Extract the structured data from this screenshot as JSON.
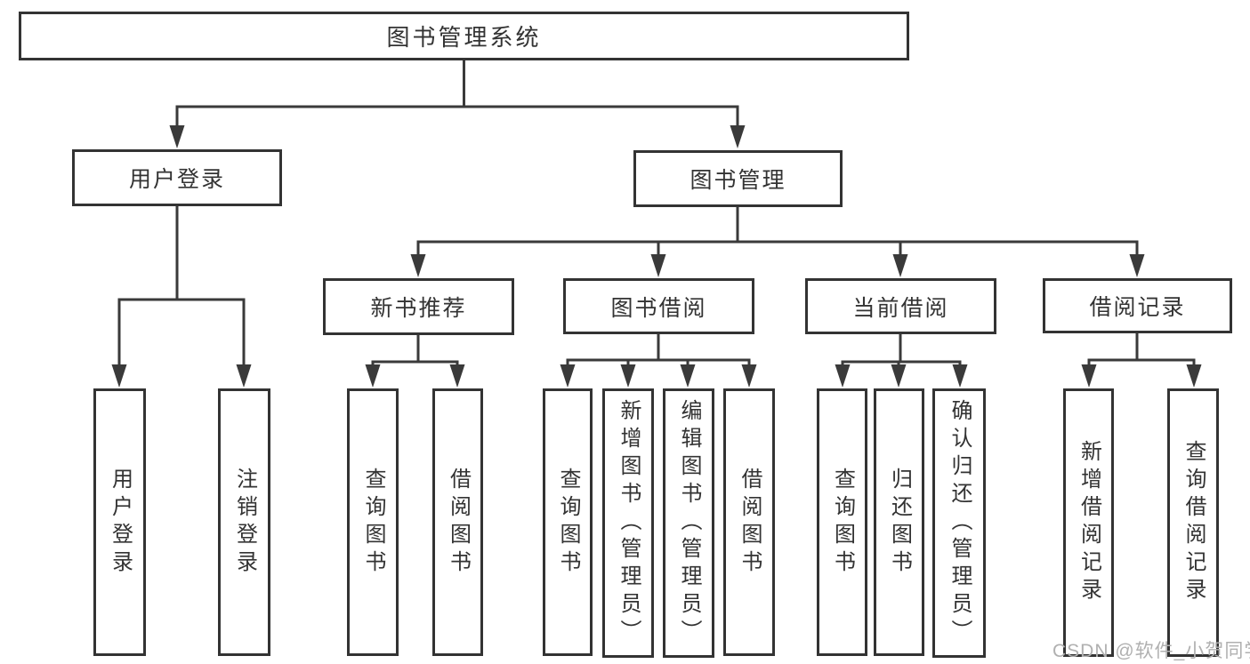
{
  "colors": {
    "line": "#3a3a3a",
    "box_border": "#333333",
    "text": "#333333",
    "background": "#ffffff",
    "watermark": "#b0b0b0"
  },
  "watermark": {
    "text": "CSDN @软件_小贺同学"
  },
  "diagram": {
    "root": {
      "label": "图书管理系统"
    },
    "branches": [
      {
        "label": "用户登录",
        "children": [
          {
            "label": "用户登录"
          },
          {
            "label": "注销登录"
          }
        ]
      },
      {
        "label": "图书管理",
        "groups": [
          {
            "label": "新书推荐",
            "children": [
              {
                "label": "查询图书"
              },
              {
                "label": "借阅图书"
              }
            ]
          },
          {
            "label": "图书借阅",
            "children": [
              {
                "label": "查询图书"
              },
              {
                "label": "新增图书（管理员）"
              },
              {
                "label": "编辑图书（管理员）"
              },
              {
                "label": "借阅图书"
              }
            ]
          },
          {
            "label": "当前借阅",
            "children": [
              {
                "label": "查询图书"
              },
              {
                "label": "归还图书"
              },
              {
                "label": "确认归还（管理员）"
              }
            ]
          },
          {
            "label": "借阅记录",
            "children": [
              {
                "label": "新增借阅记录"
              },
              {
                "label": "查询借阅记录"
              }
            ]
          }
        ]
      }
    ]
  }
}
